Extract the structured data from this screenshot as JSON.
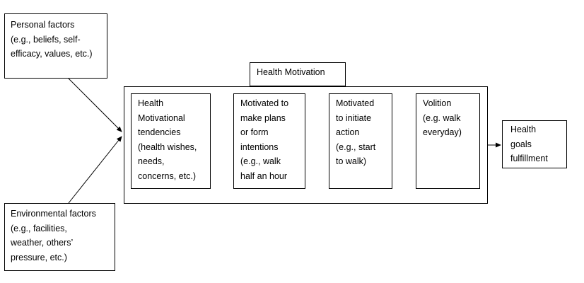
{
  "diagram": {
    "personal_factors": "Personal factors\n(e.g., beliefs, self-\nefficacy, values, etc.)",
    "environmental_factors": "Environmental factors\n(e.g., facilities,\nweather, others’\npressure, etc.)",
    "health_motivation_label": "Health Motivation",
    "stages": [
      {
        "text": "Health\nMotivational\ntendencies\n(health wishes,\nneeds,\nconcerns, etc.)"
      },
      {
        "text": "Motivated to\nmake plans\nor form\nintentions\n(e.g., walk\nhalf an hour"
      },
      {
        "text": "Motivated\nto initiate\naction\n(e.g., start\nto walk)"
      },
      {
        "text": "Volition\n(e.g. walk\neveryday)"
      }
    ],
    "outcome": "Health\ngoals\nfulfillment"
  }
}
